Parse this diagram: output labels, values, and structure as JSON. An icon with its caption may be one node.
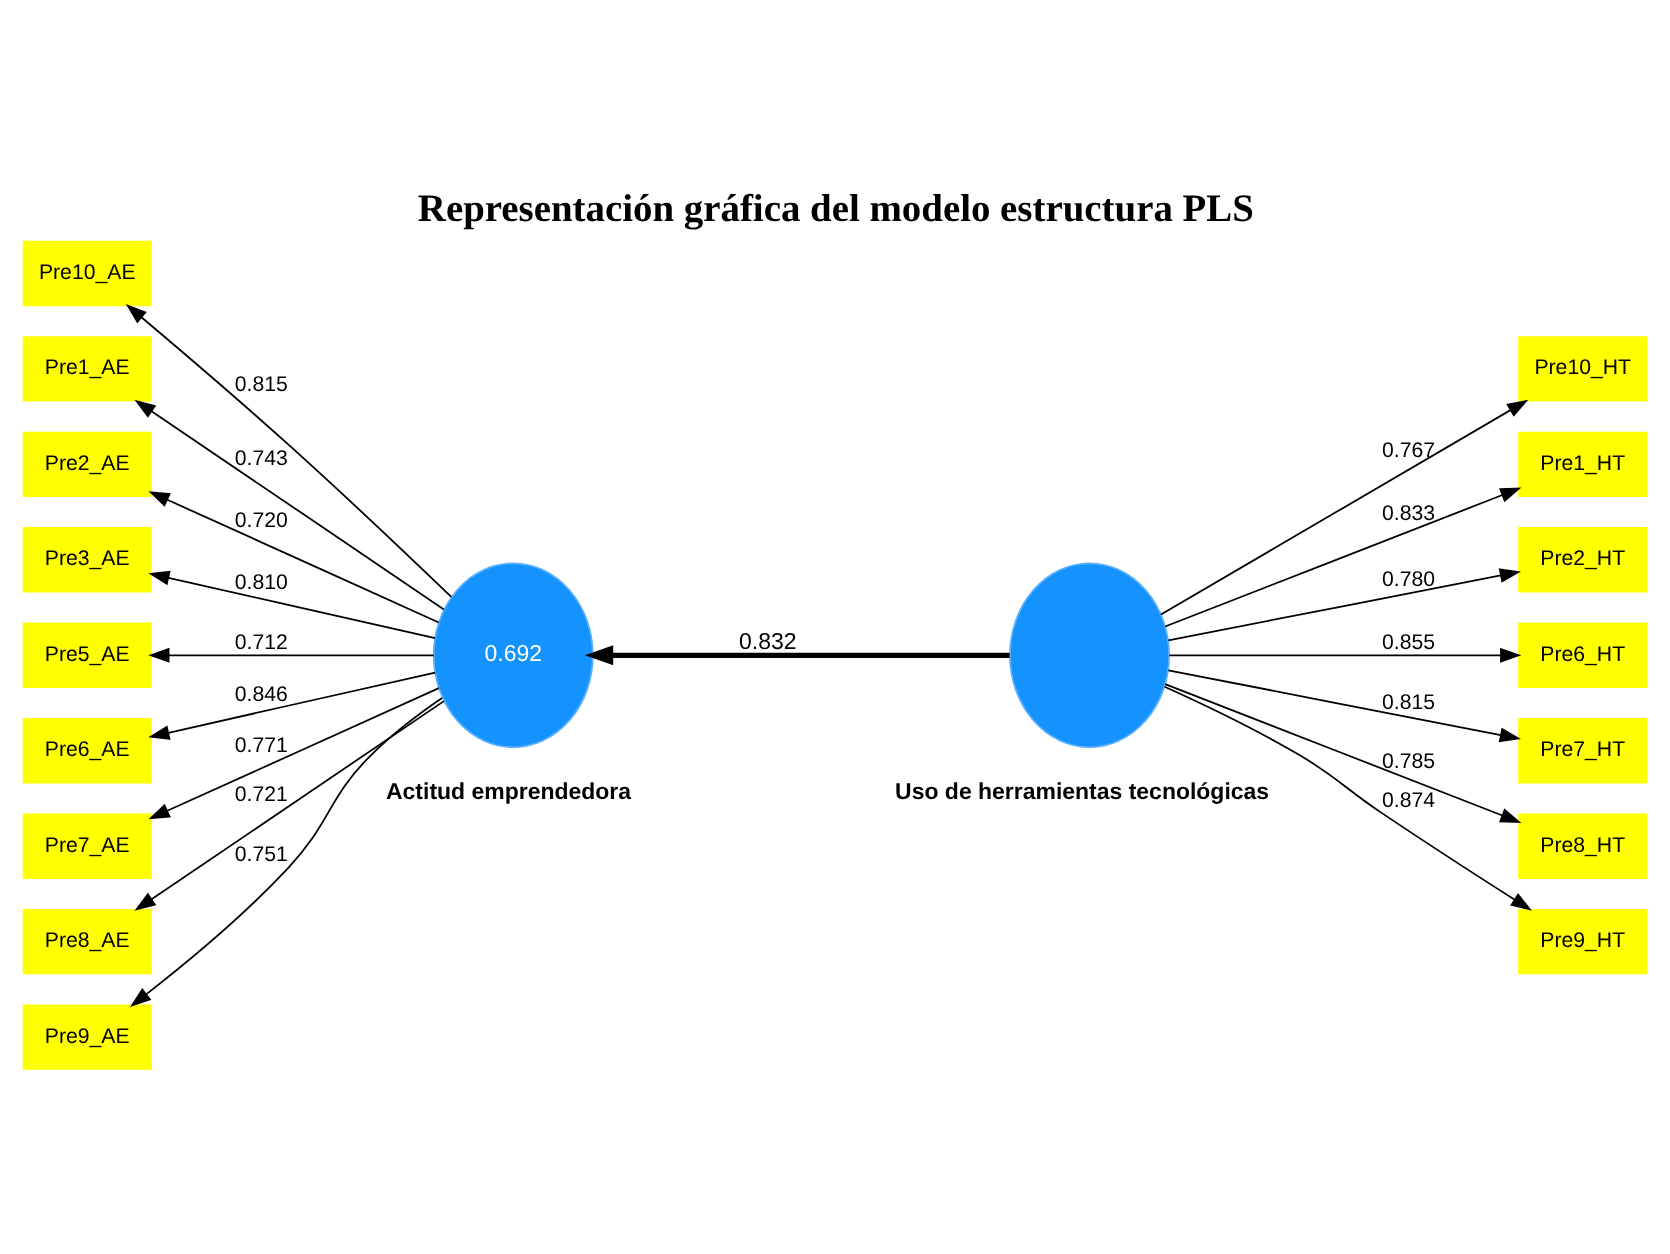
{
  "diagram": {
    "title": "Representación gráfica del modelo estructura PLS",
    "nodes": [
      {
        "text": [
          "0.692"
        ],
        "beside": [
          "Actitud emprendedora"
        ]
      },
      {
        "text": [],
        "shape": "circle",
        "beside": [
          "Uso de herramientas tecnológicas"
        ]
      },
      {
        "text": [
          "Pre10_AE"
        ]
      },
      {
        "text": [
          "Pre1_AE"
        ]
      },
      {
        "text": [
          "Pre2_AE"
        ]
      },
      {
        "text": [
          "Pre3_AE"
        ]
      },
      {
        "text": [
          "Pre5_AE"
        ]
      },
      {
        "text": [
          "Pre6_AE"
        ]
      },
      {
        "text": [
          "Pre7_AE"
        ]
      },
      {
        "text": [
          "Pre8_AE"
        ]
      },
      {
        "text": [
          "Pre9_AE"
        ]
      },
      {
        "text": [
          "Pre10_HT"
        ]
      },
      {
        "text": [
          "Pre1_HT"
        ]
      },
      {
        "text": [
          "Pre2_HT"
        ]
      },
      {
        "text": [
          "Pre6_HT"
        ]
      },
      {
        "text": [
          "Pre7_HT"
        ]
      },
      {
        "text": [
          "Pre8_HT"
        ]
      },
      {
        "text": [
          "Pre9_HT"
        ]
      }
    ],
    "edges": [
      {
        "from": 1,
        "to": 0,
        "arrow": "to",
        "label": "0.832",
        "style": "thick"
      },
      {
        "from": 0,
        "to": 2,
        "arrow": "to",
        "label": "0.815"
      },
      {
        "from": 0,
        "to": 3,
        "arrow": "to",
        "label": "0.743"
      },
      {
        "from": 0,
        "to": 4,
        "arrow": "to",
        "label": "0.720"
      },
      {
        "from": 0,
        "to": 5,
        "arrow": "to",
        "label": "0.810"
      },
      {
        "from": 0,
        "to": 6,
        "arrow": "to",
        "label": "0.712"
      },
      {
        "from": 0,
        "to": 7,
        "arrow": "to",
        "label": "0.846"
      },
      {
        "from": 0,
        "to": 8,
        "arrow": "to",
        "label": "0.771"
      },
      {
        "from": 0,
        "to": 9,
        "arrow": "to",
        "label": "0.721"
      },
      {
        "from": 0,
        "to": 10,
        "arrow": "to",
        "label": "0.751"
      },
      {
        "from": 1,
        "to": 11,
        "arrow": "to",
        "label": "0.767"
      },
      {
        "from": 1,
        "to": 12,
        "arrow": "to",
        "label": "0.833"
      },
      {
        "from": 1,
        "to": 13,
        "arrow": "to",
        "label": "0.780"
      },
      {
        "from": 1,
        "to": 14,
        "arrow": "to",
        "label": "0.855"
      },
      {
        "from": 1,
        "to": 15,
        "arrow": "to",
        "label": "0.815"
      },
      {
        "from": 1,
        "to": 16,
        "arrow": "to",
        "label": "0.785"
      },
      {
        "from": 1,
        "to": 17,
        "arrow": "to",
        "label": "0.874"
      }
    ]
  }
}
